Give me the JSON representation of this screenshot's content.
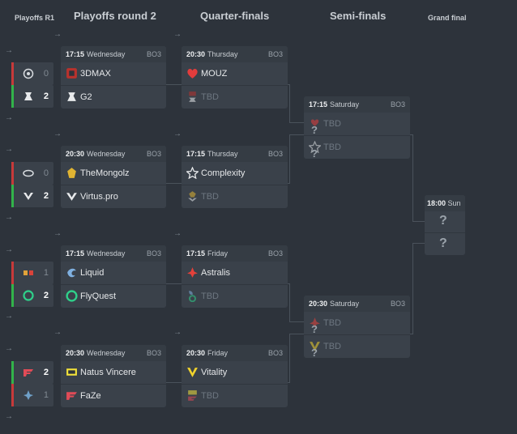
{
  "headers": {
    "r1": "Playoffs R1",
    "r2": "Playoffs round 2",
    "qf": "Quarter-finals",
    "sf": "Semi-finals",
    "gf": "Grand final"
  },
  "round1": [
    {
      "loser_score": "0",
      "winner_score": "2"
    },
    {
      "loser_score": "0",
      "winner_score": "2"
    },
    {
      "loser_score": "1",
      "winner_score": "2"
    },
    {
      "winner_score": "2",
      "loser_score": "1"
    }
  ],
  "round2": [
    {
      "time": "17:15",
      "day": "Wednesday",
      "format": "BO3",
      "team1": "3DMAX",
      "team2": "G2"
    },
    {
      "time": "20:30",
      "day": "Wednesday",
      "format": "BO3",
      "team1": "TheMongolz",
      "team2": "Virtus.pro"
    },
    {
      "time": "17:15",
      "day": "Wednesday",
      "format": "BO3",
      "team1": "Liquid",
      "team2": "FlyQuest"
    },
    {
      "time": "20:30",
      "day": "Wednesday",
      "format": "BO3",
      "team1": "Natus Vincere",
      "team2": "FaZe"
    }
  ],
  "quarterfinals": [
    {
      "time": "20:30",
      "day": "Thursday",
      "format": "BO3",
      "team1": "MOUZ",
      "team2": "TBD"
    },
    {
      "time": "17:15",
      "day": "Thursday",
      "format": "BO3",
      "team1": "Complexity",
      "team2": "TBD"
    },
    {
      "time": "17:15",
      "day": "Friday",
      "format": "BO3",
      "team1": "Astralis",
      "team2": "TBD"
    },
    {
      "time": "20:30",
      "day": "Friday",
      "format": "BO3",
      "team1": "Vitality",
      "team2": "TBD"
    }
  ],
  "semifinals": [
    {
      "time": "17:15",
      "day": "Saturday",
      "format": "BO3",
      "team1": "TBD",
      "team2": "TBD"
    },
    {
      "time": "20:30",
      "day": "Saturday",
      "format": "BO3",
      "team1": "TBD",
      "team2": "TBD"
    }
  ],
  "grandfinal": {
    "time": "18:00",
    "day": "Sun",
    "team1": "?",
    "team2": "?"
  },
  "unknown_mark": "?",
  "colors": {
    "win": "#32b34a",
    "loss": "#c73a3a",
    "background": "#2d333b",
    "card": "#3a414a"
  }
}
